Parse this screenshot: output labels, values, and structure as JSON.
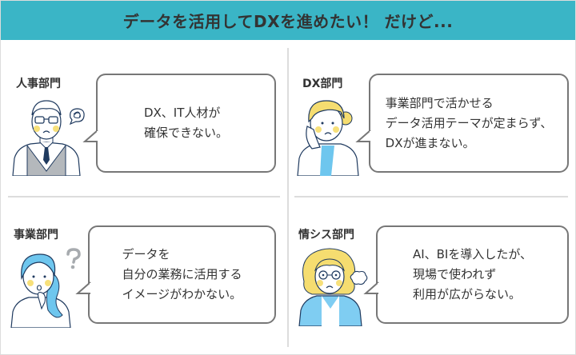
{
  "header": {
    "title": "データを活用してDXを進めたい！ だけど...",
    "background_color": "#3ab5c6"
  },
  "panels": [
    {
      "department": "人事部門",
      "message": "DX、IT人材が\n確保できない。",
      "character_icon": "older-man-with-glasses-worried-icon",
      "accent_icon": "tangled-thought-bubble-icon"
    },
    {
      "department": "DX部門",
      "message": "事業部門で活かせる\nデータ活用テーマが定まらず、\nDXが進まない。",
      "character_icon": "woman-hand-on-cheek-troubled-icon",
      "accent_icon": ""
    },
    {
      "department": "事業部門",
      "message": "データを\n自分の業務に活用する\nイメージがわかない。",
      "character_icon": "woman-thinking-hand-on-chin-icon",
      "accent_icon": "question-mark-icon"
    },
    {
      "department": "情シス部門",
      "message": "AI、BIを導入したが、\n現場で使われず\n利用が広がらない。",
      "character_icon": "curly-hair-person-sighing-icon",
      "accent_icon": "sigh-puff-icon"
    }
  ],
  "colors": {
    "text": "#333333",
    "bubble_border": "#777777",
    "divider": "#dddddd",
    "line_art": "#1f3a5f",
    "cheek": "#f7e07a",
    "hair_yellow": "#f5dd70",
    "hair_blue": "#6ec6ee",
    "jacket_blue": "#7fcdf2",
    "vest_gray": "#b4b8bc"
  }
}
